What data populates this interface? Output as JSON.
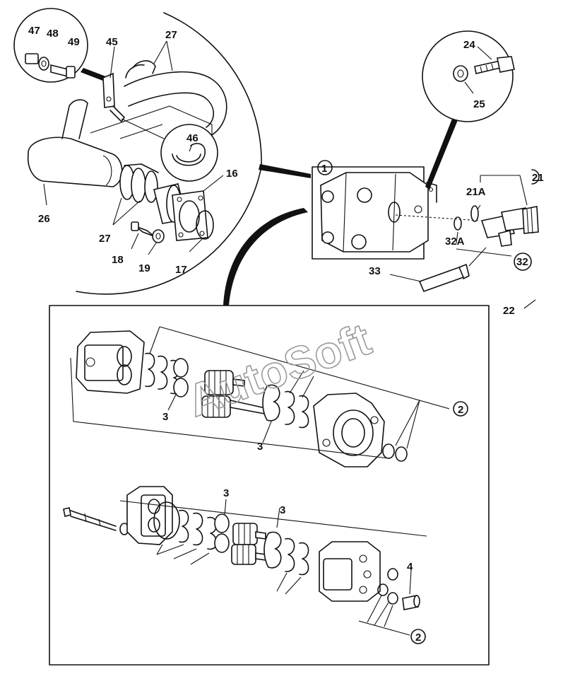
{
  "watermark": "AutoSoft",
  "callouts": {
    "c47": "47",
    "c48": "48",
    "c49": "49",
    "c45": "45",
    "c27a": "27",
    "c46": "46",
    "c16": "16",
    "c26": "26",
    "c27b": "27",
    "c18": "18",
    "c19": "19",
    "c17": "17",
    "c24": "24",
    "c25": "25",
    "c1": "1",
    "c21": "21",
    "c21A": "21A",
    "c32A": "32A",
    "c32": "32",
    "c33": "33",
    "c22": "22",
    "c2a": "2",
    "c3a": "3",
    "c3b": "3",
    "c3c": "3",
    "c3d": "3",
    "c4": "4",
    "c2b": "2"
  }
}
